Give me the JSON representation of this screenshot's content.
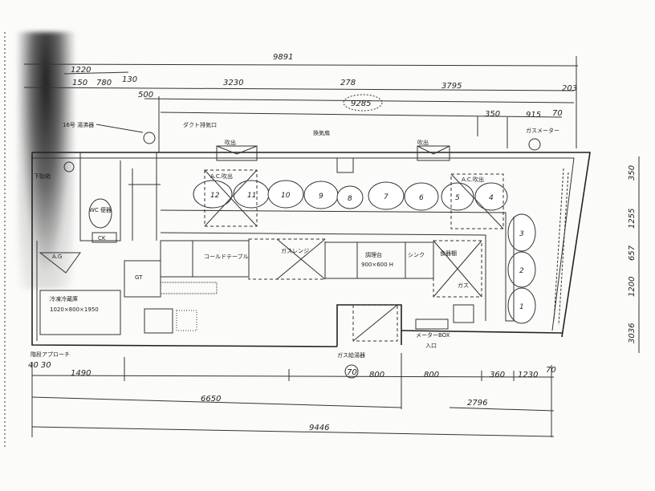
{
  "drawing": {
    "top_dimensions": {
      "overall": "9891",
      "d1220": "1220",
      "d150": "150",
      "d780": "780",
      "d130": "130",
      "d3230": "3230",
      "d278": "278",
      "d3795": "3795",
      "d203": "203",
      "d500": "500",
      "total_circled": "9285",
      "d350": "350",
      "d915": "915",
      "d70": "70"
    },
    "bottom_dimensions": {
      "d40": "40 30",
      "d1490": "1490",
      "d800a": "800",
      "d800b": "800",
      "d360": "360",
      "d1230": "1230",
      "d70": "70",
      "circled70": "70",
      "d6650": "6650",
      "d2796": "2796",
      "d9446": "9446"
    },
    "right_dimensions": [
      "350",
      "1255",
      "657",
      "1200",
      "3036"
    ],
    "labels": {
      "water_heater": "16号 湯沸器",
      "duct_exhaust": "ダクト排気口",
      "exhaust_fan": "吹出",
      "ac_unit": "A.C.吹出",
      "ventilation": "換気扇",
      "gas_meter": "ガスメーター",
      "shoe_box": "下駄箱",
      "wc": "WC 便器",
      "ck": "CK",
      "ag": "A.G",
      "gt": "GT",
      "freezer": "冷凍冷蔵庫",
      "freezer_size": "1020×800×1950",
      "prep_table": "調理台",
      "prep_table_size": "900×600 H",
      "table_a": "コールドテーブル",
      "table_b": "ガスレンジ",
      "sink": "シンク",
      "dish": "食器棚",
      "gas": "ガス",
      "meter_box": "メーターBOX",
      "gas_bottom": "ガス給湯器",
      "entrance": "入口",
      "stair_label": "階段アプローチ"
    },
    "seats": [
      "1",
      "2",
      "3",
      "4",
      "5",
      "6",
      "7",
      "8",
      "9",
      "10",
      "11",
      "12"
    ]
  }
}
